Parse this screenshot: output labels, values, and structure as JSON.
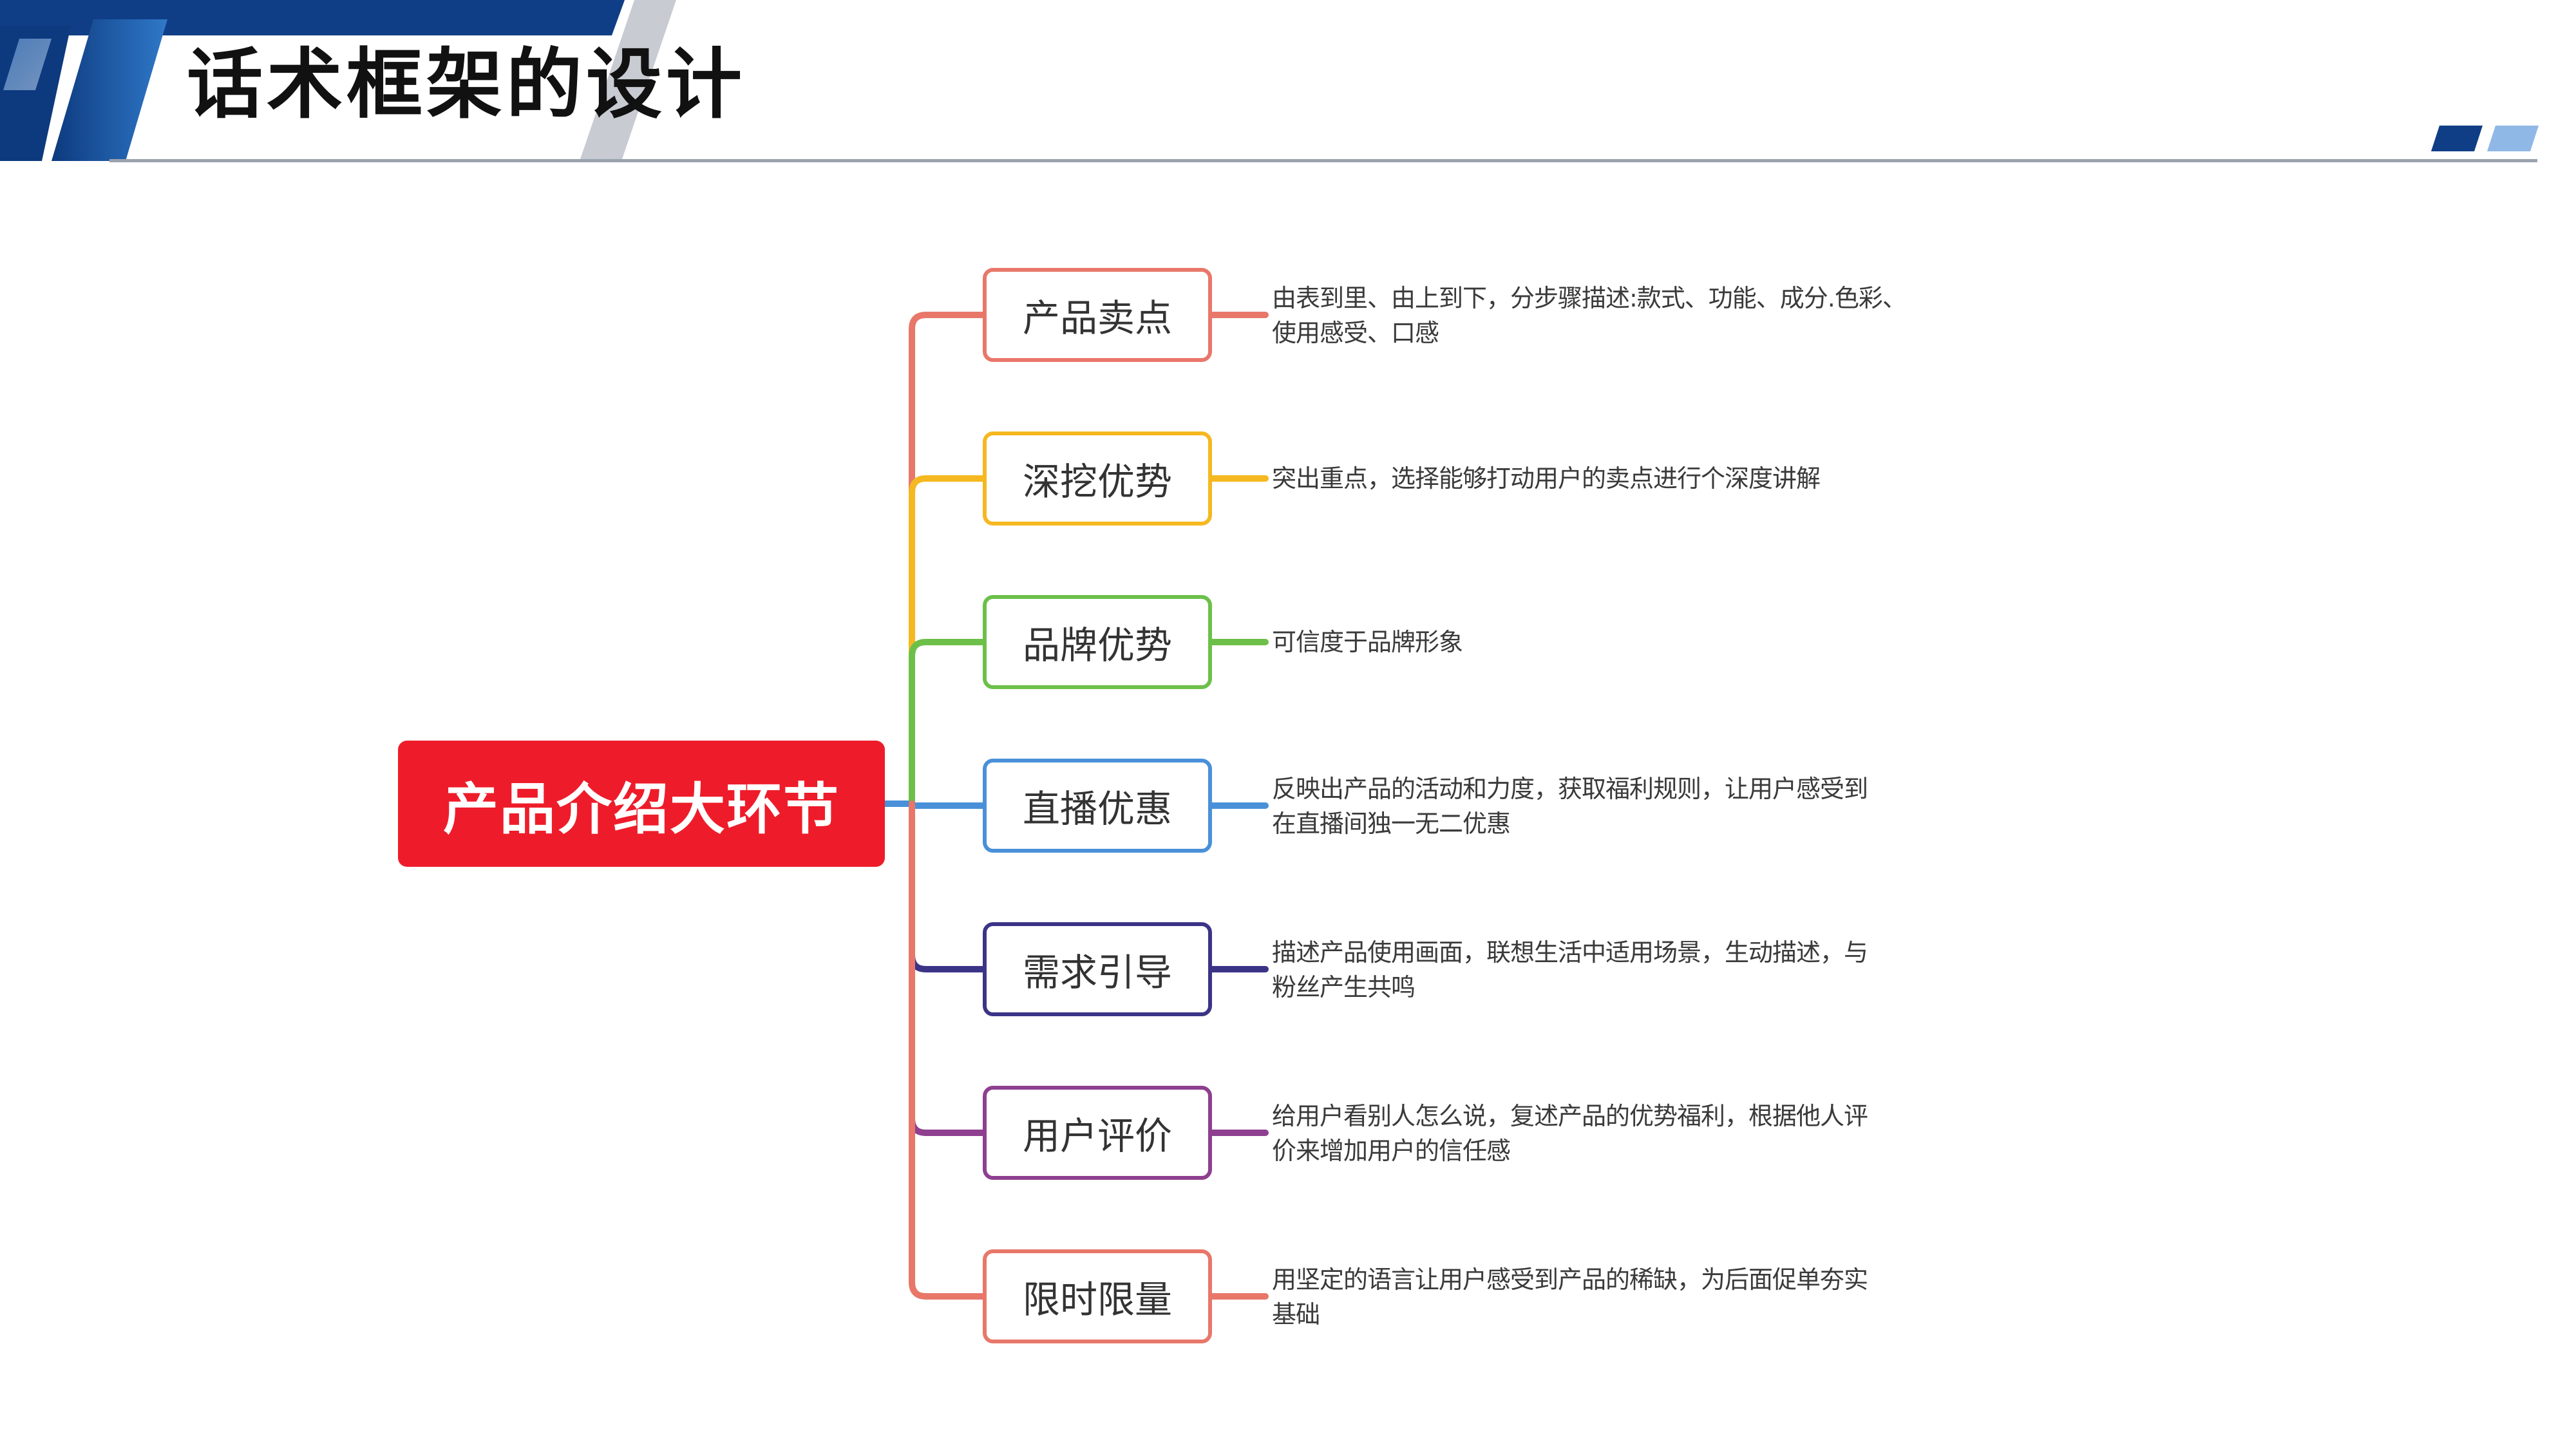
{
  "title": "话术框架的设计",
  "root": {
    "label": "产品介绍大环节",
    "color": "#ee1c2a"
  },
  "branches": [
    {
      "label": "产品卖点",
      "desc": "由表到里、由上到下，分步骤描述:款式、功能、成分.色彩、使用感受、口感",
      "color": "#e8776a"
    },
    {
      "label": "深挖优势",
      "desc": "突出重点，选择能够打动用户的卖点进行个深度讲解",
      "color": "#f5b821"
    },
    {
      "label": "品牌优势",
      "desc": "可信度于品牌形象",
      "color": "#6cc04a"
    },
    {
      "label": "直播优惠",
      "desc": "反映出产品的活动和力度，获取福利规则，让用户感受到在直播间独一无二优惠",
      "color": "#4a90d9"
    },
    {
      "label": "需求引导",
      "desc": "描述产品使用画面，联想生活中适用场景，生动描述，与粉丝产生共鸣",
      "color": "#3b3486"
    },
    {
      "label": "用户评价",
      "desc": "给用户看别人怎么说，复述产品的优势福利，根据他人评价来增加用户的信任感",
      "color": "#8e3f8f"
    },
    {
      "label": "限时限量",
      "desc": "用坚定的语言让用户感受到产品的稀缺，为后面促单夯实基础",
      "color": "#e8776a"
    }
  ],
  "colors": {
    "header_dark": "#0f3e86",
    "header_mid": "#2a6fc0",
    "header_light": "#8fb8e6",
    "rule": "#9aa3ad"
  }
}
